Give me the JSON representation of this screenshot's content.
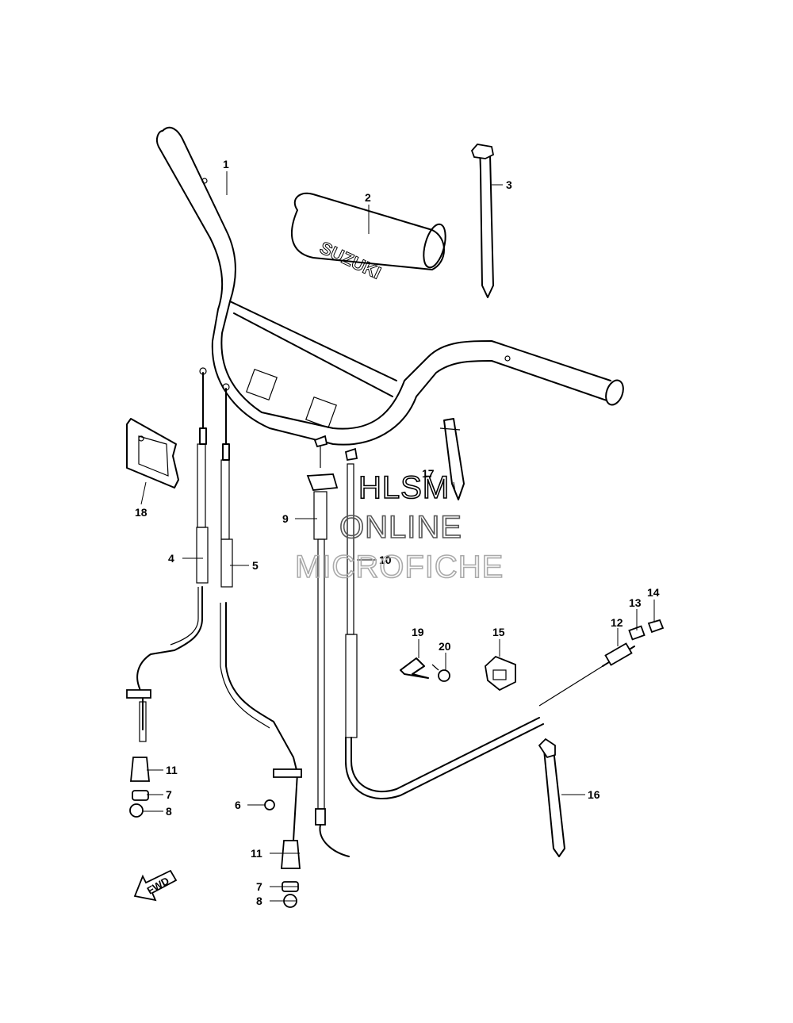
{
  "diagram": {
    "callouts": [
      "1",
      "2",
      "3",
      "4",
      "5",
      "6",
      "7",
      "8",
      "9",
      "10",
      "11",
      "12",
      "13",
      "14",
      "15",
      "16",
      "17",
      "18",
      "19",
      "20",
      "11",
      "7",
      "8"
    ],
    "pad_logo_text": "SUZUKI",
    "fwd_arrow_text": "FWD",
    "watermark": {
      "line1": "HLSM",
      "line2": "ONLINE",
      "line3": "MICROFICHE"
    }
  }
}
